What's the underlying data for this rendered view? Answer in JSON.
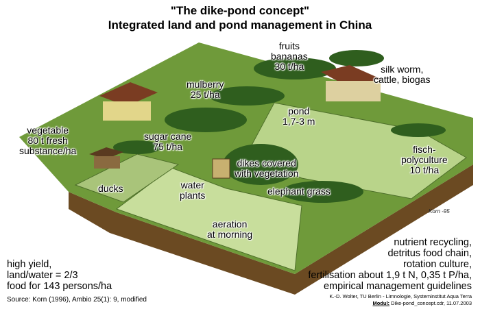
{
  "title": {
    "line1": "\"The dike-pond concept\"",
    "line2": "Integrated land and pond management in China"
  },
  "labels": {
    "vegetable": [
      "vegetable",
      "80 t fresh",
      "substance/ha"
    ],
    "sugar_cane": [
      "sugar cane",
      "75 t/ha"
    ],
    "mulberry": [
      "mulberry",
      "25 t/ha"
    ],
    "fruits": [
      "fruits",
      "bananas",
      "30 t/ha"
    ],
    "silk_worm": [
      "silk worm,",
      "cattle, biogas"
    ],
    "pond": [
      "pond",
      "1,7-3 m"
    ],
    "dikes": [
      "dikes covered",
      "with vegetation"
    ],
    "fish": [
      "fisch-",
      "polyculture",
      "10 t/ha"
    ],
    "elephant_grass": "elephant grass",
    "ducks": "ducks",
    "water_plants": [
      "water",
      "plants"
    ],
    "aeration": [
      "aeration",
      "at morning"
    ]
  },
  "signature": "Korn -95",
  "left_notes": [
    "high yield,",
    "land/water = 2/3",
    "food for 143 persons/ha"
  ],
  "right_notes": [
    "nutrient recycling,",
    "detritus food chain,",
    "rotation culture,",
    "fertilisation about 1,9 t N, 0,35 t P/ha,",
    "empirical management guidelines"
  ],
  "footer": {
    "source": "Source: Korn (1996), Ambio 25(1): 9, modified",
    "author": "K.-D. Wolter, TU Berlin - Limnologie, Systeminstitut Aqua Terra",
    "modul_label": "Modul:",
    "modul_value": " Dike-pond_concept.cdr, 11.07.2003"
  },
  "colors": {
    "soil": "#6b4a22",
    "grass": "#6f9a3a",
    "water": "#b9d48a",
    "dark_green": "#2f5e1e"
  }
}
